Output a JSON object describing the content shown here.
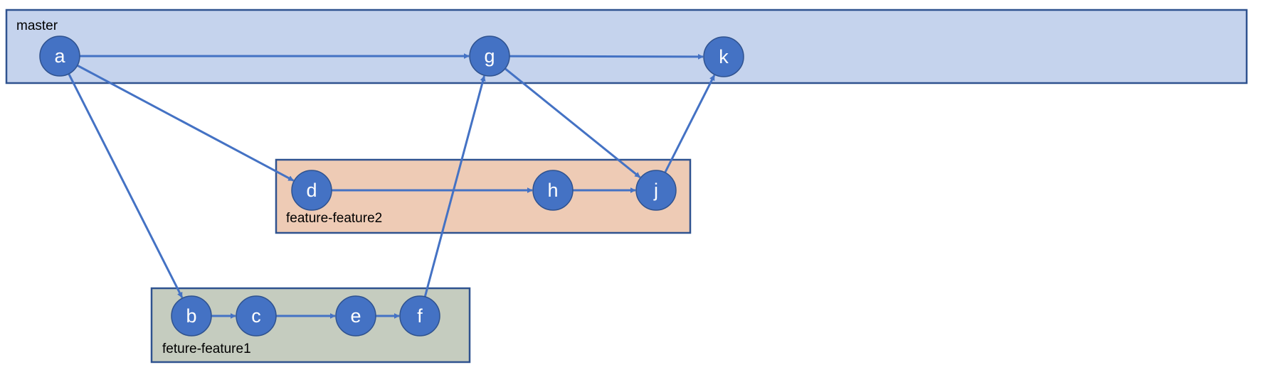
{
  "colors": {
    "edge": "#4472C4",
    "node_fill": "#4472C4",
    "node_stroke": "#2F528F",
    "lane_stroke": "#2F528F",
    "master_fill": "#C5D3ED",
    "feature2_fill": "#EECBB5",
    "feature1_fill": "#C5CCBF"
  },
  "lanes": [
    {
      "id": "master",
      "label": "master"
    },
    {
      "id": "feature2",
      "label": "feature-feature2"
    },
    {
      "id": "feature1",
      "label": "feture-feature1"
    }
  ],
  "nodes": [
    {
      "id": "a",
      "label": "a",
      "lane": "master"
    },
    {
      "id": "g",
      "label": "g",
      "lane": "master"
    },
    {
      "id": "k",
      "label": "k",
      "lane": "master"
    },
    {
      "id": "d",
      "label": "d",
      "lane": "feature2"
    },
    {
      "id": "h",
      "label": "h",
      "lane": "feature2"
    },
    {
      "id": "j",
      "label": "j",
      "lane": "feature2"
    },
    {
      "id": "b",
      "label": "b",
      "lane": "feature1"
    },
    {
      "id": "c",
      "label": "c",
      "lane": "feature1"
    },
    {
      "id": "e",
      "label": "e",
      "lane": "feature1"
    },
    {
      "id": "f",
      "label": "f",
      "lane": "feature1"
    }
  ],
  "edges": [
    {
      "from": "a",
      "to": "g"
    },
    {
      "from": "g",
      "to": "k"
    },
    {
      "from": "a",
      "to": "d"
    },
    {
      "from": "a",
      "to": "b"
    },
    {
      "from": "d",
      "to": "h"
    },
    {
      "from": "h",
      "to": "j"
    },
    {
      "from": "g",
      "to": "j"
    },
    {
      "from": "j",
      "to": "k"
    },
    {
      "from": "b",
      "to": "c"
    },
    {
      "from": "c",
      "to": "e"
    },
    {
      "from": "e",
      "to": "f"
    },
    {
      "from": "f",
      "to": "g"
    }
  ]
}
